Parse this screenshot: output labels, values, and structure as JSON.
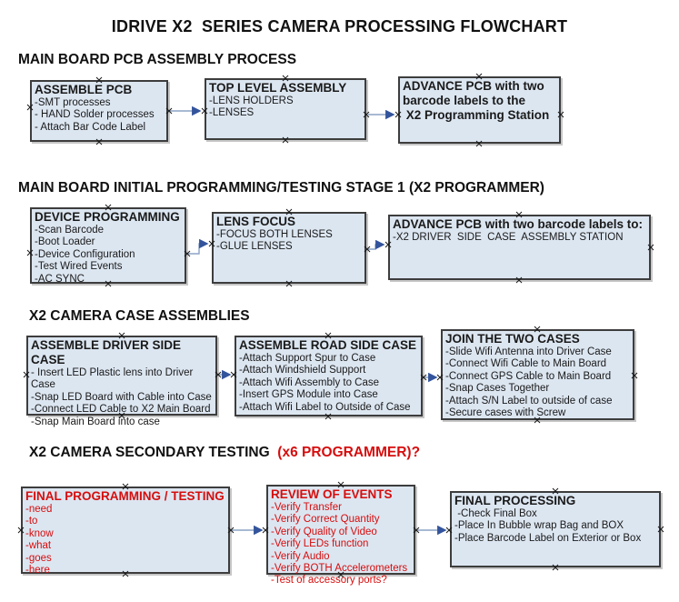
{
  "title": "IDRIVE X2  SERIES CAMERA PROCESSING FLOWCHART",
  "colors": {
    "box_fill": "#dce6f1",
    "box_border": "#3d3d3d",
    "arrow_line": "#8ca3c6",
    "arrow_head": "#33549c",
    "red_text": "#d60d0d",
    "black_text": "#1a1a1a",
    "handle_mark": "#1a1a1a"
  },
  "sections": [
    {
      "header": "MAIN BOARD PCB ASSEMBLY PROCESS",
      "boxes": [
        {
          "title": "ASSEMBLE PCB",
          "lines": [
            "-SMT processes",
            "- HAND Solder processes",
            "- Attach Bar Code Label"
          ]
        },
        {
          "title": "TOP LEVEL ASSEMBLY",
          "lines": [
            "-LENS HOLDERS",
            "-LENSES"
          ]
        },
        {
          "title_lines": [
            "ADVANCE PCB with two",
            "barcode labels to the",
            " X2 Programming Station"
          ]
        }
      ]
    },
    {
      "header": "MAIN BOARD INITIAL PROGRAMMING/TESTING STAGE 1 (X2 PROGRAMMER)",
      "boxes": [
        {
          "title": "DEVICE PROGRAMMING",
          "lines": [
            "-Scan Barcode",
            "-Boot Loader",
            "-Device Configuration",
            "-Test Wired Events",
            "-AC SYNC"
          ]
        },
        {
          "title": "LENS FOCUS",
          "lines": [
            "-FOCUS BOTH LENSES",
            "-GLUE LENSES"
          ]
        },
        {
          "title": "ADVANCE PCB with two barcode labels to:",
          "lines": [
            "-X2 DRIVER  SIDE  CASE  ASSEMBLY STATION"
          ]
        }
      ]
    },
    {
      "header": "X2 CAMERA CASE ASSEMBLIES",
      "boxes": [
        {
          "title": "ASSEMBLE DRIVER SIDE CASE",
          "lines": [
            "- Insert LED Plastic lens into Driver Case",
            "-Snap LED Board with Cable into Case",
            "-Connect LED Cable to X2 Main Board",
            "-Snap Main Board into case"
          ]
        },
        {
          "title": "ASSEMBLE ROAD SIDE CASE",
          "lines": [
            "-Attach Support Spur to Case",
            "-Attach Windshield Support",
            "-Attach Wifi Assembly to Case",
            "-Insert GPS Module into Case",
            "-Attach Wifi Label to Outside of Case"
          ]
        },
        {
          "title": "JOIN THE TWO CASES",
          "lines": [
            "-Slide Wifi Antenna into Driver Case",
            "-Connect Wifi Cable to Main Board",
            "-Connect GPS Cable to Main Board",
            "-Snap Cases Together",
            "-Attach S/N Label to outside of case",
            "-Secure cases with Screw"
          ]
        }
      ]
    },
    {
      "header": "X2 CAMERA SECONDARY TESTING ",
      "header_red": " (x6 PROGRAMMER)?",
      "boxes": [
        {
          "title": "FINAL PROGRAMMING / TESTING",
          "red": true,
          "lines": [
            "-need",
            "-to",
            "-know",
            "-what",
            "-goes",
            "-here"
          ]
        },
        {
          "title": "REVIEW OF EVENTS",
          "red": true,
          "lines": [
            "-Verify Transfer",
            "-Verify Correct Quantity",
            "-Verify Quality of Video",
            "-Verify LEDs function",
            "-Verify Audio",
            "-Verify BOTH Accelerometers",
            "-Test of accessory ports?"
          ]
        },
        {
          "title": "FINAL PROCESSING",
          "lines": [
            " -Check Final Box",
            "-Place In Bubble wrap Bag and BOX",
            "-Place Barcode Label on Exterior or Box"
          ]
        }
      ]
    }
  ]
}
